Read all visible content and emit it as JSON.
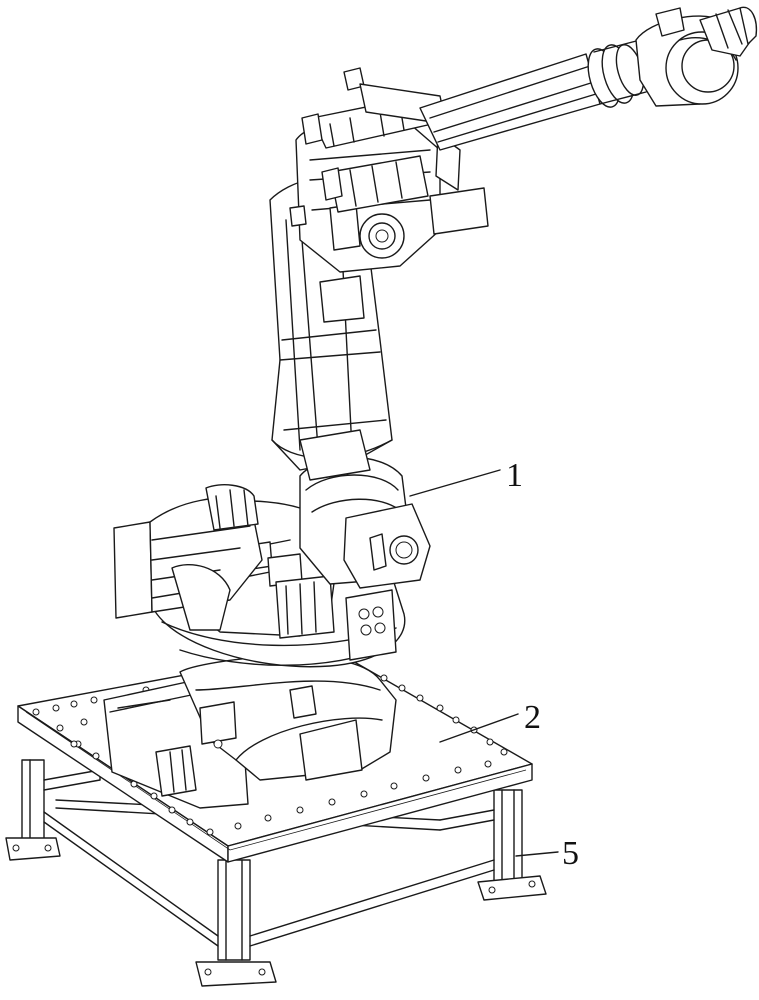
{
  "callouts": [
    {
      "label": "1"
    },
    {
      "label": "2"
    },
    {
      "label": "5"
    }
  ]
}
